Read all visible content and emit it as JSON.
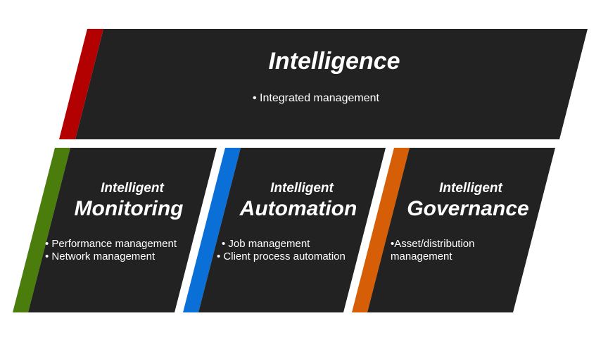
{
  "colors": {
    "panel": "#222222",
    "accent_top": "#b30000",
    "accent_monitoring": "#4a7d0c",
    "accent_automation": "#0a6fd6",
    "accent_governance": "#d65e06"
  },
  "top": {
    "title": "Intelligence",
    "bullets": [
      "• Integrated management"
    ]
  },
  "monitoring": {
    "small": "Intelligent",
    "big": "Monitoring",
    "bullets": [
      "• Performance management",
      "• Network management"
    ]
  },
  "automation": {
    "small": "Intelligent",
    "big": "Automation",
    "bullets": [
      "• Job management",
      "• Client process automation"
    ]
  },
  "governance": {
    "small": "Intelligent",
    "big": "Governance",
    "bullets": [
      "•Asset/distribution",
      "management"
    ]
  }
}
